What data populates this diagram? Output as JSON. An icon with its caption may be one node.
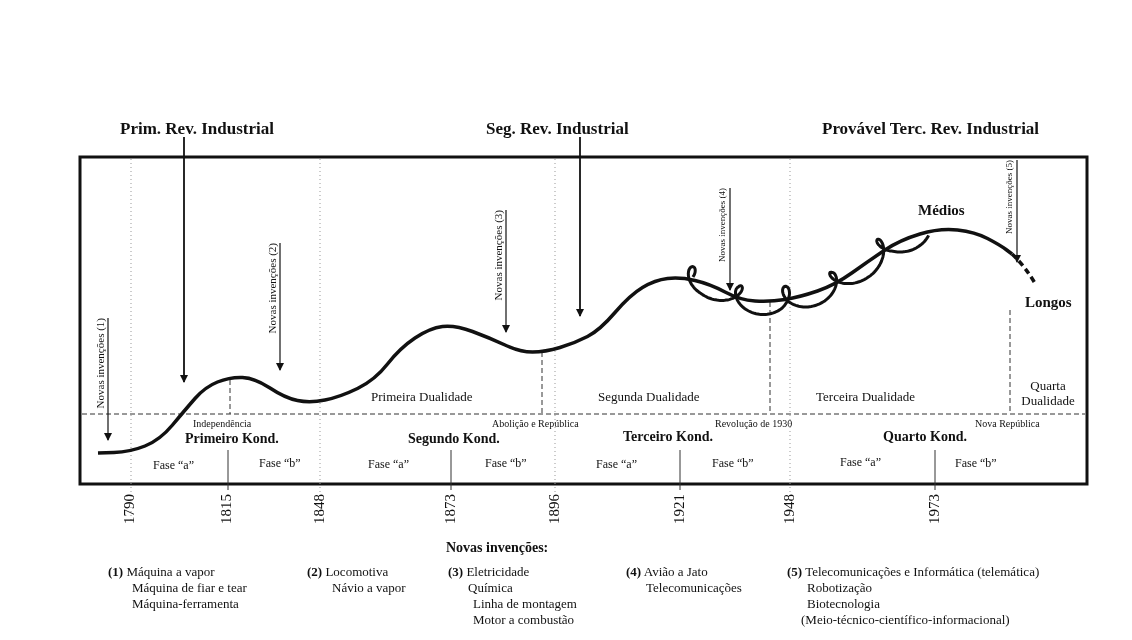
{
  "diagram": {
    "nodes": [
      {
        "text": [
          "Prim. Rev. Industrial"
        ]
      },
      {
        "text": [
          "Seg. Rev. Industrial"
        ]
      },
      {
        "text": [
          "Novas invenções (1)"
        ]
      },
      {
        "text": [
          "Novas invenções (2)"
        ]
      },
      {
        "text": [
          "Novas invenções (3)"
        ]
      },
      {
        "text": [
          "Novas invenções (4)"
        ]
      },
      {
        "text": [
          "Novas invenções (5)"
        ]
      }
    ],
    "edges": [
      {
        "from": 0,
        "to": null,
        "arrow": "to"
      },
      {
        "from": 1,
        "to": null,
        "arrow": "to"
      },
      {
        "from": 2,
        "to": null,
        "arrow": "to"
      },
      {
        "from": 3,
        "to": null,
        "arrow": "to"
      },
      {
        "from": 4,
        "to": null,
        "arrow": "to"
      },
      {
        "from": 5,
        "to": null,
        "arrow": "to"
      },
      {
        "from": 6,
        "to": null,
        "arrow": "to"
      }
    ],
    "labels": [
      "Provável Terc. Rev. Industrial",
      "Médios",
      "Longos",
      "Primeira Dualidade",
      "Segunda Dualidade",
      "Terceira Dualidade",
      "Quarta Dualidade",
      "Independência",
      "Abolição e República",
      "Revolução de 1930",
      "Nova República",
      "Primeiro Kond.",
      "Segundo Kond.",
      "Terceiro Kond.",
      "Quarto Kond.",
      "Fase “a”",
      "Fase “b”",
      "Fase “a”",
      "Fase “b”",
      "Fase “a”",
      "Fase “b”",
      "Fase “a”",
      "Fase “b”",
      "1790",
      "1815",
      "1848",
      "1873",
      "1896",
      "1921",
      "1948",
      "1973",
      "Novas invenções:",
      "**(1)** Máquina a vapor",
      "Máquina de fiar e tear",
      "Máquina-ferramenta",
      "**(2)** Locomotiva",
      "Návio a vapor",
      "**(3)** Eletricidade",
      "Química",
      "Linha de montagem",
      "Motor a combustão",
      "**(4)** Avião a Jato",
      "Telecomunicações",
      "**(5)** Telecomunicações e Informática (telemática)",
      "Robotização",
      "Biotecnologia",
      "(Meio-técnico-científico-informacional)"
    ]
  }
}
